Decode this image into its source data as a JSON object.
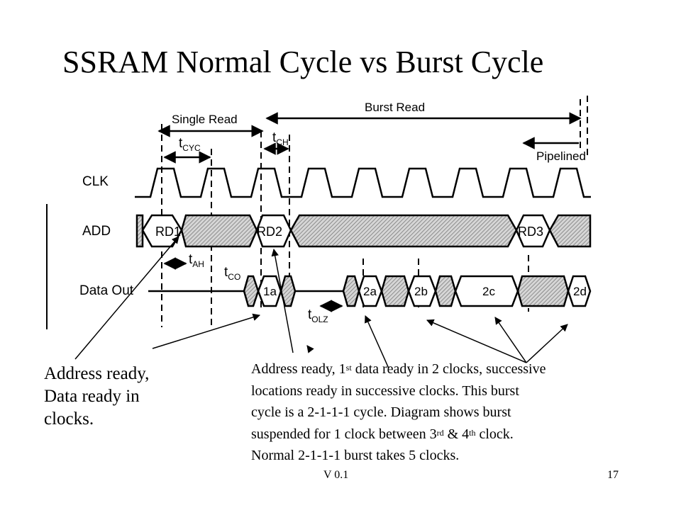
{
  "slide": {
    "title": "SSRAM Normal Cycle vs Burst Cycle",
    "version": "V 0.1",
    "page_number": "17"
  },
  "timing": {
    "signals": [
      "CLK",
      "ADD",
      "Data Out"
    ],
    "spans": {
      "single_read": "Single Read",
      "burst_read": "Burst Read",
      "pipelined": "Pipelined"
    },
    "params": {
      "tcyc": {
        "main": "t",
        "sub": "CYC"
      },
      "tch": {
        "main": "t",
        "sub": "CH"
      },
      "tah": {
        "main": "t",
        "sub": "AH"
      },
      "tco": {
        "main": "t",
        "sub": "CO"
      },
      "tolz": {
        "main": "t",
        "sub": "OLZ"
      }
    },
    "address_labels": [
      "RD1",
      "RD2",
      "RD3"
    ],
    "data_labels": [
      "1a",
      "2a",
      "2b",
      "2c",
      "2d"
    ]
  },
  "notes": {
    "left": [
      "Address ready,",
      "Data ready in",
      "clocks."
    ],
    "right": {
      "l1_a": "Address ready, 1",
      "l1_sup": "st",
      "l1_b": " data ready in 2 clocks, successive",
      "l2": "locations ready in successive clocks. This burst",
      "l3": "cycle is a 2-1-1-1 cycle.  Diagram shows burst",
      "l4_a": "suspended for 1 clock between 3",
      "l4_sup1": "rd",
      "l4_b": " & 4",
      "l4_sup2": "th",
      "l4_c": " clock.",
      "l5": "Normal 2-1-1-1 burst takes 5 clocks."
    }
  },
  "colors": {
    "hatch": "#b8b8b8",
    "line": "#000000",
    "background": "#ffffff"
  }
}
